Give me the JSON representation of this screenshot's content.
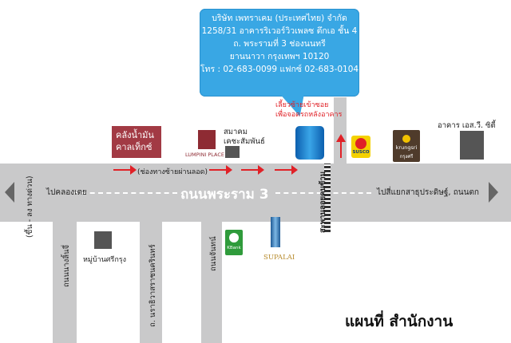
{
  "callout": {
    "company": "บริษัท เพทราเคม (ประเทศไทย) จำกัด",
    "address1": "1258/31 อาคารริเวอร์วิวเพลซ ตึกเอ ชั้น 4",
    "address2": "ถ. พระรามที่ 3 ช่องนนทรี",
    "address3": "ยานนาวา กรุงเทพฯ 10120",
    "contact": "โทร : 02-683-0099 แฟกซ์ 02-683-0104"
  },
  "main_road": {
    "name": "ถนนพระราม 3",
    "west_label": "ไปคลองเตย",
    "east_label": "ไปสี่แยกสาธุประดิษฐ์, ถนนตก",
    "west_side_label": "(ขึ้น - ลง ทางด่วน)"
  },
  "side_roads": {
    "road1": "ถนนนางลิ้นจี่",
    "road2": "ถ. นราธิวาสราชนครินทร์",
    "road3": "ถนนจันทน์"
  },
  "landmarks": {
    "oil_depot": "คลังน้ำมัน\nคาลเท็กซ์",
    "lumpini_place": "LUMPINI PLACE",
    "association": "สมาคม\nเคชะสัมพันธ์",
    "bank_building": "อาคาร เอส.วี. ซิตี้",
    "village": "หมู่บ้านศรีกรุง",
    "kbank": "KBank",
    "supalai": "SUPALAI",
    "krungsri": "krungsri",
    "krungsri_thai": "กรุงศรี",
    "susco": "SUSCO",
    "bridge": "สะพานลอยคนข้าม"
  },
  "directions": {
    "lane_note": "(ช่องทางซ้ายผ่านลอด)",
    "turn_note_1": "เลี้ยวซ้ายเข้าซอย",
    "turn_note_2": "เพื่อจอดรถหลังอาคาร"
  },
  "footer": {
    "title": "แผนที่ สำนักงาน"
  },
  "colors": {
    "road": "#c9c9ca",
    "callout": "#39a7e4",
    "arrow": "#e02127",
    "oil_depot": "#a23a44",
    "kbank": "#2f9b3b",
    "krungsri": "#4f3b2b"
  }
}
